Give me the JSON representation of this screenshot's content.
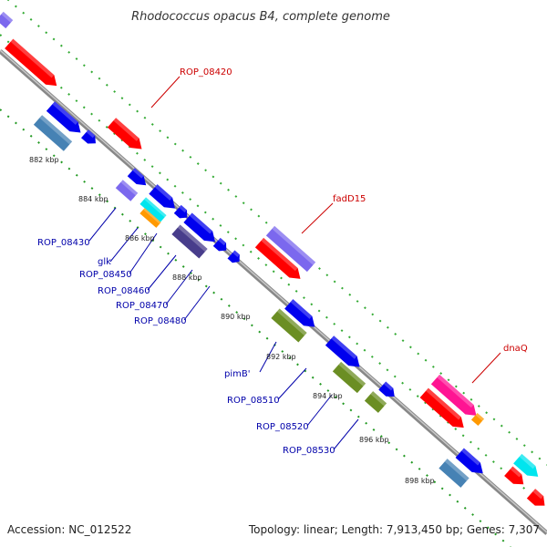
{
  "title": "Rhodococcus opacus B4, complete genome",
  "footer": {
    "accession": "Accession: NC_012522",
    "topology": "Topology: linear; Length: 7,913,450 bp; Genes: 7,307"
  },
  "ticks": [
    "882 kbp",
    "884 kbp",
    "886 kbp",
    "888 kbp",
    "890 kbp",
    "892 kbp",
    "894 kbp",
    "896 kbp",
    "898 kbp"
  ],
  "labels_forward": [
    "ROP_08420",
    "fadD15",
    "dnaQ"
  ],
  "labels_reverse": [
    "ROP_08430",
    "glk",
    "ROP_08450",
    "ROP_08460",
    "ROP_08470",
    "ROP_08480",
    "pimB'",
    "ROP_08510",
    "ROP_08520",
    "ROP_08530"
  ],
  "colors": {
    "backbone": "#8a8a8a",
    "forward_gene": "#ff0000",
    "reverse_gene": "#0000ee",
    "label_forward": "#cc0000",
    "label_reverse": "#0000aa",
    "ruler": "#229922",
    "gc": "#33aa33",
    "lavender": "#7b68ee",
    "teal": "#4682b4",
    "olive": "#6b8e23",
    "magenta": "#ff1493",
    "cyan": "#00e5ee",
    "orange": "#ff9900",
    "dark_slate": "#483d8b"
  }
}
